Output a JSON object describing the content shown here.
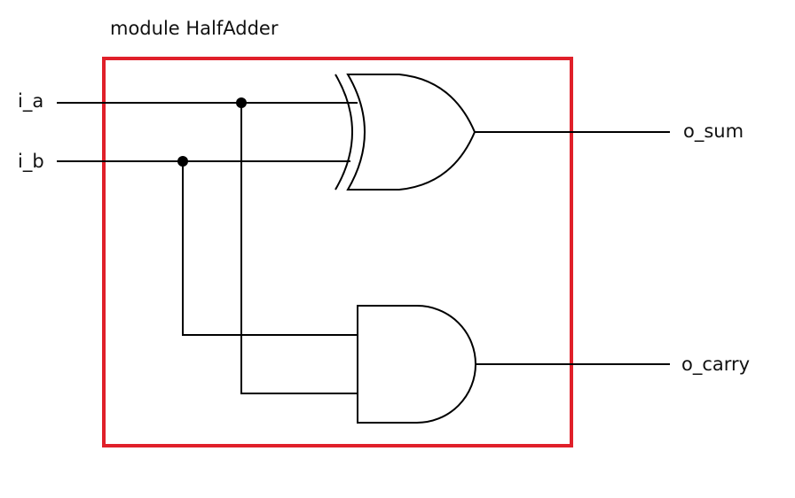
{
  "module": {
    "title": "module HalfAdder",
    "border_color": "#e0202a"
  },
  "inputs": {
    "a": "i_a",
    "b": "i_b"
  },
  "outputs": {
    "sum": "o_sum",
    "carry": "o_carry"
  },
  "gates": [
    {
      "type": "xor-gate-icon",
      "inputs": [
        "i_a",
        "i_b"
      ],
      "output": "o_sum"
    },
    {
      "type": "and-gate-icon",
      "inputs": [
        "i_b",
        "i_a"
      ],
      "output": "o_carry"
    }
  ],
  "colors": {
    "wire": "#000000",
    "module_border": "#e0202a"
  }
}
